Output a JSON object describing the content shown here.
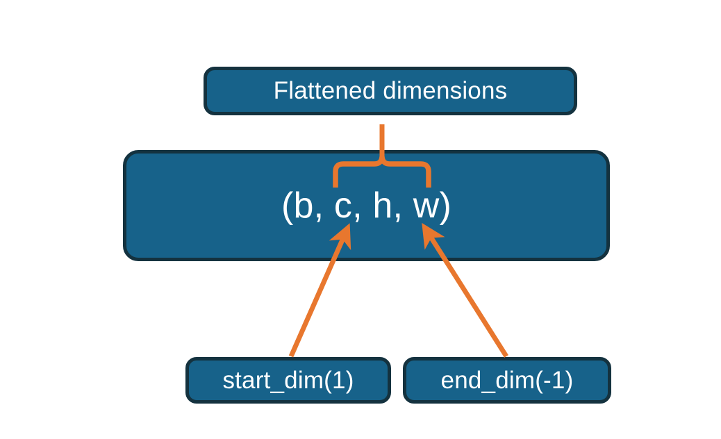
{
  "diagram": {
    "title_box": {
      "label": "Flattened dimensions"
    },
    "shape_box": {
      "label": "(b, c, h, w)"
    },
    "param_boxes": [
      {
        "label": "start_dim(1)"
      },
      {
        "label": "end_dim(-1)"
      }
    ],
    "colors": {
      "box_fill": "#17628a",
      "box_border": "#14323f",
      "box_text": "#ffffff",
      "connector": "#e8772e",
      "background": "#ffffff"
    },
    "connectors": [
      {
        "name": "brace-to-flattened",
        "from": "shape_box.c_h_w_span",
        "to": "title_box"
      },
      {
        "name": "arrow-start-dim",
        "from": "start_dim(1)",
        "to": "c"
      },
      {
        "name": "arrow-end-dim",
        "from": "end_dim(-1)",
        "to": "w"
      }
    ]
  }
}
